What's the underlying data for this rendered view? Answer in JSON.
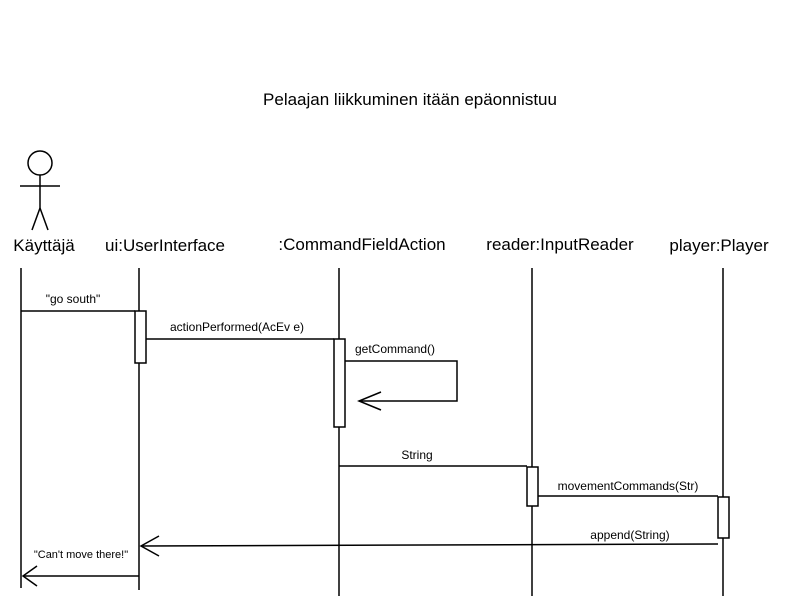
{
  "diagram": {
    "title": "Pelaajan liikkuminen itään epäonnistuu",
    "participants": [
      {
        "label": "Käyttäjä"
      },
      {
        "label": "ui:UserInterface"
      },
      {
        "label": ":CommandFieldAction"
      },
      {
        "label": "reader:InputReader"
      },
      {
        "label": "player:Player"
      }
    ],
    "messages": [
      {
        "label": "\"go south\""
      },
      {
        "label": "actionPerformed(AcEv e)"
      },
      {
        "label": "getCommand()"
      },
      {
        "label": "String"
      },
      {
        "label": "movementCommands(Str)"
      },
      {
        "label": "append(String)"
      },
      {
        "label": "\"Can't move there!\""
      }
    ]
  }
}
